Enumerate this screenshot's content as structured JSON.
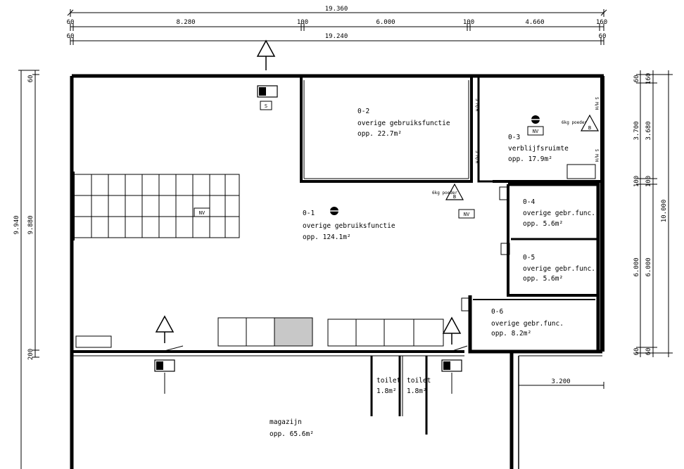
{
  "dimensions": {
    "top_overall": "19.360",
    "top_segments": [
      "60",
      "8.280",
      "100",
      "6.000",
      "100",
      "4.660",
      "160"
    ],
    "top_left_end": "60",
    "top_right_end": "60",
    "second_overall": "19.240",
    "left_outer": "9.940",
    "left_inner": "9.880",
    "left_top": "60",
    "left_bottom": "200",
    "right_total": "10.000",
    "right_upper_a": "3.700",
    "right_upper_b": "3.680",
    "right_mid": "100",
    "right_lower": "6.000",
    "right_top_a": "60",
    "right_top_b": "160",
    "right_bottom_a": "60",
    "right_bottom_b": "60",
    "lower_right": "3.200"
  },
  "rooms": [
    {
      "code": "0-1",
      "name": "overige gebruiksfunctie",
      "area": "opp. 124.1m²"
    },
    {
      "code": "0-2",
      "name": "overige gebruiksfunctie",
      "area": "opp. 22.7m²"
    },
    {
      "code": "0-3",
      "name": "verblijfsruimte",
      "area": "opp. 17.9m²"
    },
    {
      "code": "0-4",
      "name": "overige gebr.func.",
      "area": "opp. 5.6m²"
    },
    {
      "code": "0-5",
      "name": "overige gebr.func.",
      "area": "opp. 5.6m²"
    },
    {
      "code": "0-6",
      "name": "overige gebr.func.",
      "area": "opp. 8.2m²"
    }
  ],
  "lower": {
    "toilet1": "toilet",
    "toilet1_area": "1.8m²",
    "toilet2": "toilet",
    "toilet2_area": "1.8m²",
    "magazijn": "magazijn",
    "magazijn_area": "opp. 65.6m²"
  },
  "symbols": {
    "nv": "NV",
    "extinguisher_small": "6kg poeder",
    "extinguisher_letter": "B",
    "door_label": "S",
    "wall_note": "5 M/H"
  }
}
